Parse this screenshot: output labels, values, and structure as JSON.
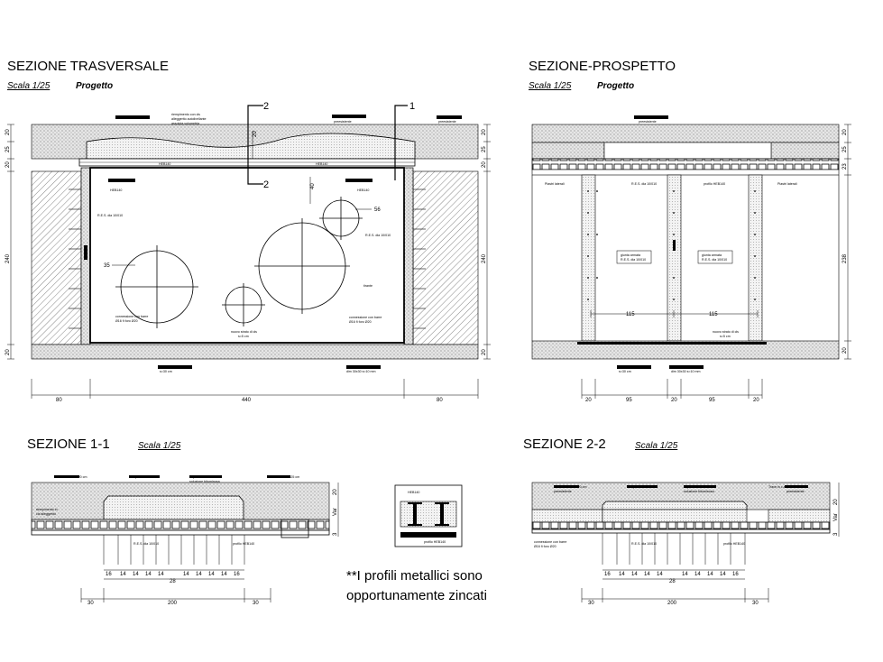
{
  "titles": {
    "trasversale": "SEZIONE TRASVERSALE",
    "prospetto": "SEZIONE-PROSPETTO",
    "s11": "SEZIONE 1-1",
    "s22": "SEZIONE 2-2"
  },
  "scale_label": "Scala 1/25",
  "project_label": "Progetto",
  "note": {
    "line1": "**I profili metallici sono",
    "line2": "opportunamente zincati"
  },
  "section_marks": {
    "m1": "1",
    "m2": "2"
  },
  "dims": {
    "d20": "20",
    "d25": "25",
    "d240": "240",
    "d238": "238",
    "d23": "23",
    "d80": "80",
    "d440": "440",
    "d40": "40",
    "d56": "56",
    "d35": "35",
    "d115": "115",
    "d95": "95",
    "d30": "30",
    "d200": "200",
    "d16": "16",
    "d14": "14",
    "d28": "28",
    "d3": "3",
    "dvar": "Var"
  },
  "labels": {
    "riempimento": "riempimento con cls",
    "alleggerito": "alleggerito autolivellante",
    "alleggerito2": "assoluta volumetria",
    "preesistente": "preesistente",
    "heb": "HEB140",
    "res": "R.E.S. dia 10/010",
    "concretex": "connessione con barre",
    "concretex2": "Ø16 fi foro Ø20",
    "piastre": "Piastri laterali",
    "profilo": "profilo HEB140",
    "giunta": "giunta armata",
    "giunta2": "R.E.S. dia 10/010",
    "solettacls": "Soletta in c.a. s=20 cm",
    "imperm": "Impermeabilizzazione",
    "imperm2": "soluzione bituminosa",
    "trave": "Trave in c.a. 30x25 cm",
    "riempimento_malta": "riempimento malta",
    "spessore": "s=30 cm",
    "dim_bottom": "dim 30x30 s=10 mm",
    "nuovo": "nuovo strato di cls",
    "nuovo2": "s=5 cm",
    "tirante": "tirante",
    "riempimento_a": "riempimento in",
    "riempimento_b": "cls alleggerito"
  }
}
